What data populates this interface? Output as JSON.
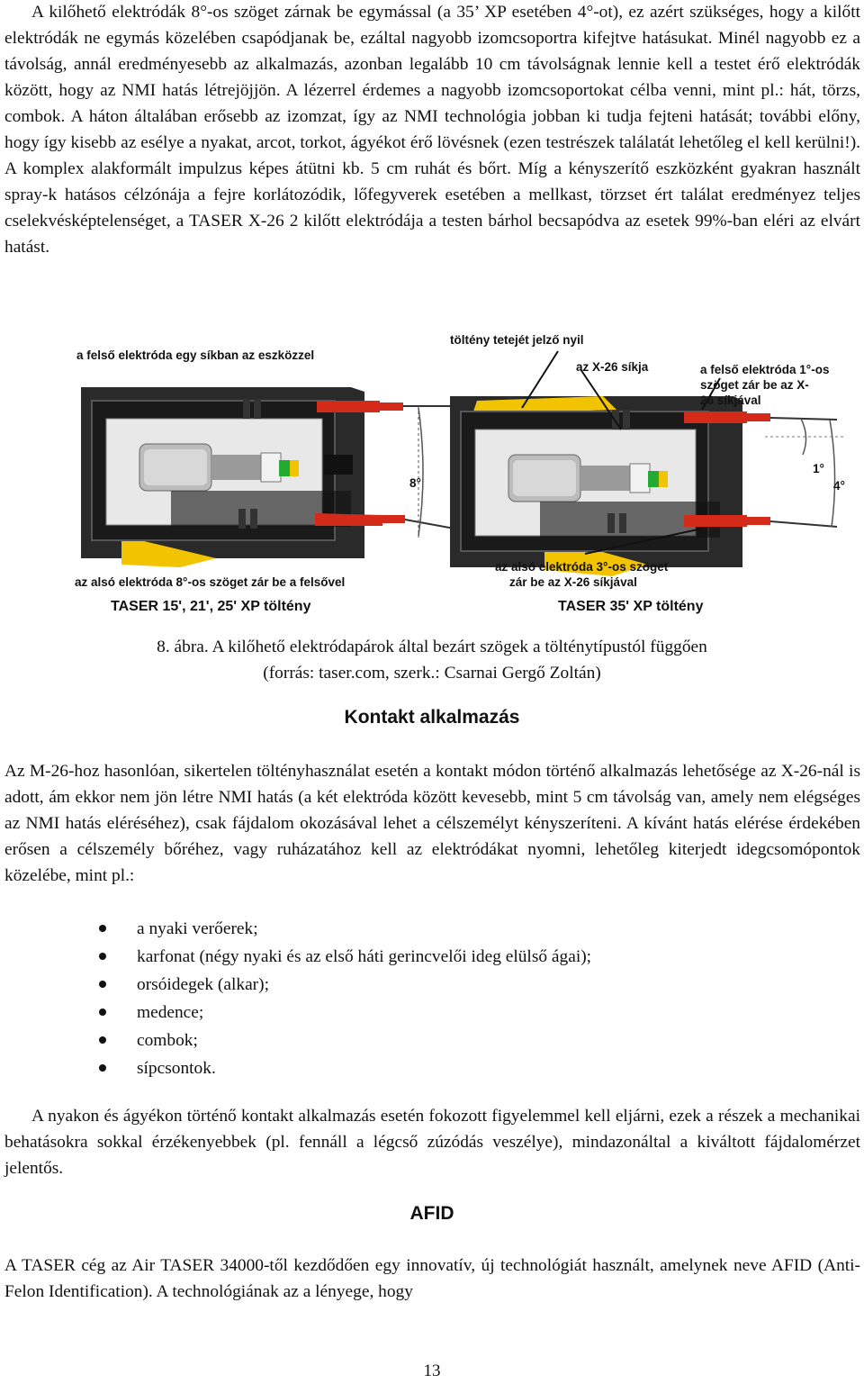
{
  "intro_paragraph": "A kilőhető elektródák 8°-os szöget zárnak be egymással (a 35’ XP esetében 4°-ot), ez azért szükséges, hogy a kilőtt elektródák ne egymás közelében csapódjanak be, ezáltal nagyobb izomcsoportra kifejtve hatásukat. Minél nagyobb ez a távolság, annál eredményesebb az alkalmazás, azonban legalább 10 cm távolságnak lennie kell a testet érő elektródák között, hogy az NMI hatás létrejöjjön. A lézerrel érdemes a nagyobb izomcsoportokat célba venni, mint pl.: hát, törzs, combok. A háton általában erősebb az izomzat, így az NMI technológia jobban ki tudja fejteni hatását; további előny, hogy így kisebb az esélye a nyakat, arcot, torkot, ágyékot érő lövésnek (ezen testrészek találatát lehetőleg el kell kerülni!). A komplex alakformált impulzus képes átütni kb. 5 cm ruhát és bőrt. Míg a kényszerítő eszközként gyakran használt spray-k hatásos célzónája a fejre korlátozódik, lőfegyverek esetében a mellkast, törzset ért találat eredményez teljes cselekvésképtelenséget, a TASER X-26 2 kilőtt elektródája a testen bárhol becsapódva az esetek 99%-ban eléri az elvárt hatást.",
  "figure": {
    "left": {
      "label_top": "a felső elektróda egy síkban az eszközzel",
      "angle": "8°",
      "label_bottom": "az alsó elektróda 8°-os szöget zár be a felsővel",
      "title": "TASER 15', 21', 25' XP töltény"
    },
    "right": {
      "label_arrow": "töltény tetejét jelző nyil",
      "label_plane": "az X-26 síkja",
      "label_upper": [
        "a felső elektróda 1°-os",
        "szöget zár be az X-",
        "26 síkjával"
      ],
      "angle_small": "1°",
      "angle_large": "4°",
      "label_bottom": [
        "az alsó elektróda 3°-os szöget",
        "zár be az X-26 síkjával"
      ],
      "title": "TASER 35' XP töltény"
    }
  },
  "caption": "8. ábra. A kilőhető elektródapárok által bezárt szögek a tölténytípustól függően (forrás: taser.com, szerk.: Csarnai Gergő Zoltán)",
  "heading_contact": "Kontakt alkalmazás",
  "contact_paragraph": "Az M-26-hoz hasonlóan, sikertelen töltényhasználat esetén a kontakt módon történő alkalmazás lehetősége az X-26-nál is adott, ám ekkor nem jön létre NMI hatás (a két elektróda között kevesebb, mint 5 cm távolság van, amely nem elégséges az NMI hatás eléréséhez), csak fájdalom okozásával lehet a célszemélyt kényszeríteni. A kívánt hatás elérése érdekében erősen a célszemély bőréhez, vagy ruházatához kell az elektródákat nyomni, lehetőleg kiterjedt idegcsomópontok közelébe, mint pl.:",
  "contact_list": [
    "a nyaki verőerek;",
    "karfonat (négy nyaki és az első háti gerincvelői ideg elülső ágai);",
    "orsóidegek (alkar);",
    "medence;",
    "combok;",
    "sípcsontok."
  ],
  "contact_note": "A nyakon és ágyékon történő kontakt alkalmazás esetén fokozott figyelemmel kell eljárni, ezek a részek a mechanikai behatásokra sokkal érzékenyebbek (pl. fennáll a légcső zúzódás veszélye), mindazonáltal a kiváltott fájdalomérzet jelentős.",
  "heading_afid": "AFID",
  "afid_paragraph": "A TASER cég az Air TASER 34000-től kezdődően egy innovatív, új technológiát használt, amelynek neve AFID (Anti-Felon Identification). A technológiának az a lényege, hogy",
  "page_number": "13",
  "colors": {
    "text": "#111111",
    "cartridge_yellow": "#f2c300",
    "electrode_red": "#d32a1a"
  }
}
